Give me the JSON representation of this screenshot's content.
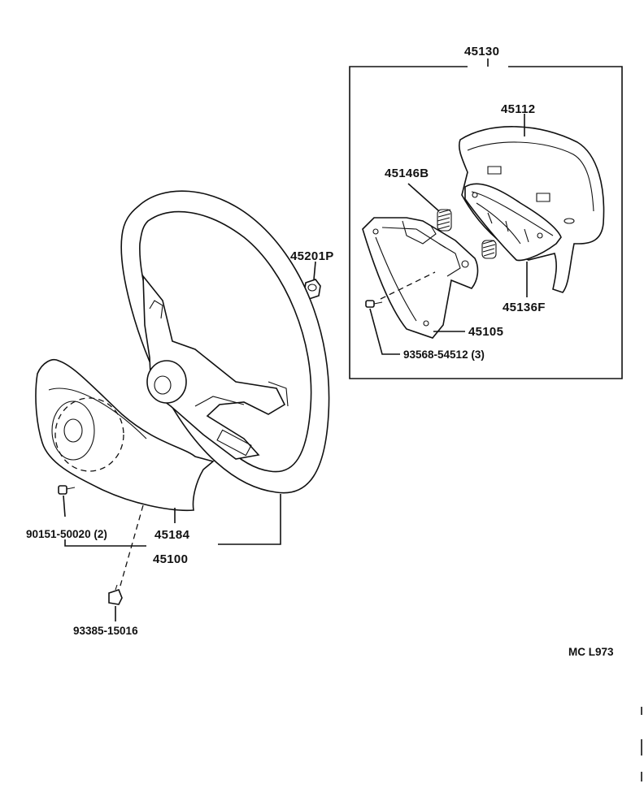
{
  "labels": {
    "assembly_top": "45130",
    "pad_cover": "45112",
    "spring": "45146B",
    "nut": "45201P",
    "pad_housing": "45136F",
    "plate": "45105",
    "screw_pad": "93568-54512 (3)",
    "lower_cover": "45184",
    "screw_cover": "90151-50020 (2)",
    "wheel_assembly": "45100",
    "clip": "93385-15016",
    "diagram_code": "MC L973"
  }
}
